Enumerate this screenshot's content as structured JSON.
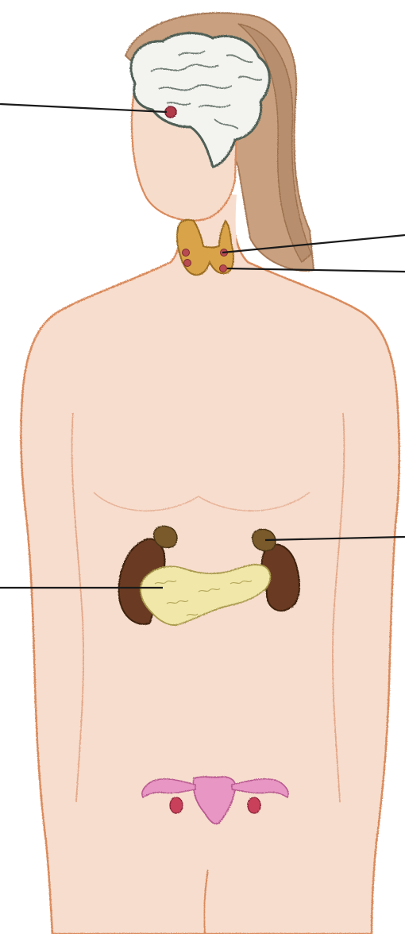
{
  "figure": {
    "subject": "female-endocrine-system-illustration",
    "style": "colored-pencil-drawing",
    "background": "#ffffff",
    "colors": {
      "skin": "#f6dccb",
      "skin_outline": "#d98a5c",
      "hair": "#b88f6e",
      "brain": "#f2f2ee",
      "brain_outline": "#5a6a62",
      "pituitary": "#b23a4a",
      "thyroid": "#d9a449",
      "parathyroid": "#b84a52",
      "kidney": "#6b3a22",
      "adrenal": "#7a5a2c",
      "pancreas": "#f0e7a8",
      "uterus": "#e896c4",
      "ovary": "#c9405a",
      "pointer_line": "#1a1a1a"
    },
    "pointer_lines": [
      {
        "id": "pituitary",
        "side": "left"
      },
      {
        "id": "thyroid",
        "side": "right"
      },
      {
        "id": "parathyroid",
        "side": "right"
      },
      {
        "id": "adrenal",
        "side": "right"
      },
      {
        "id": "pancreas",
        "side": "left"
      }
    ]
  }
}
